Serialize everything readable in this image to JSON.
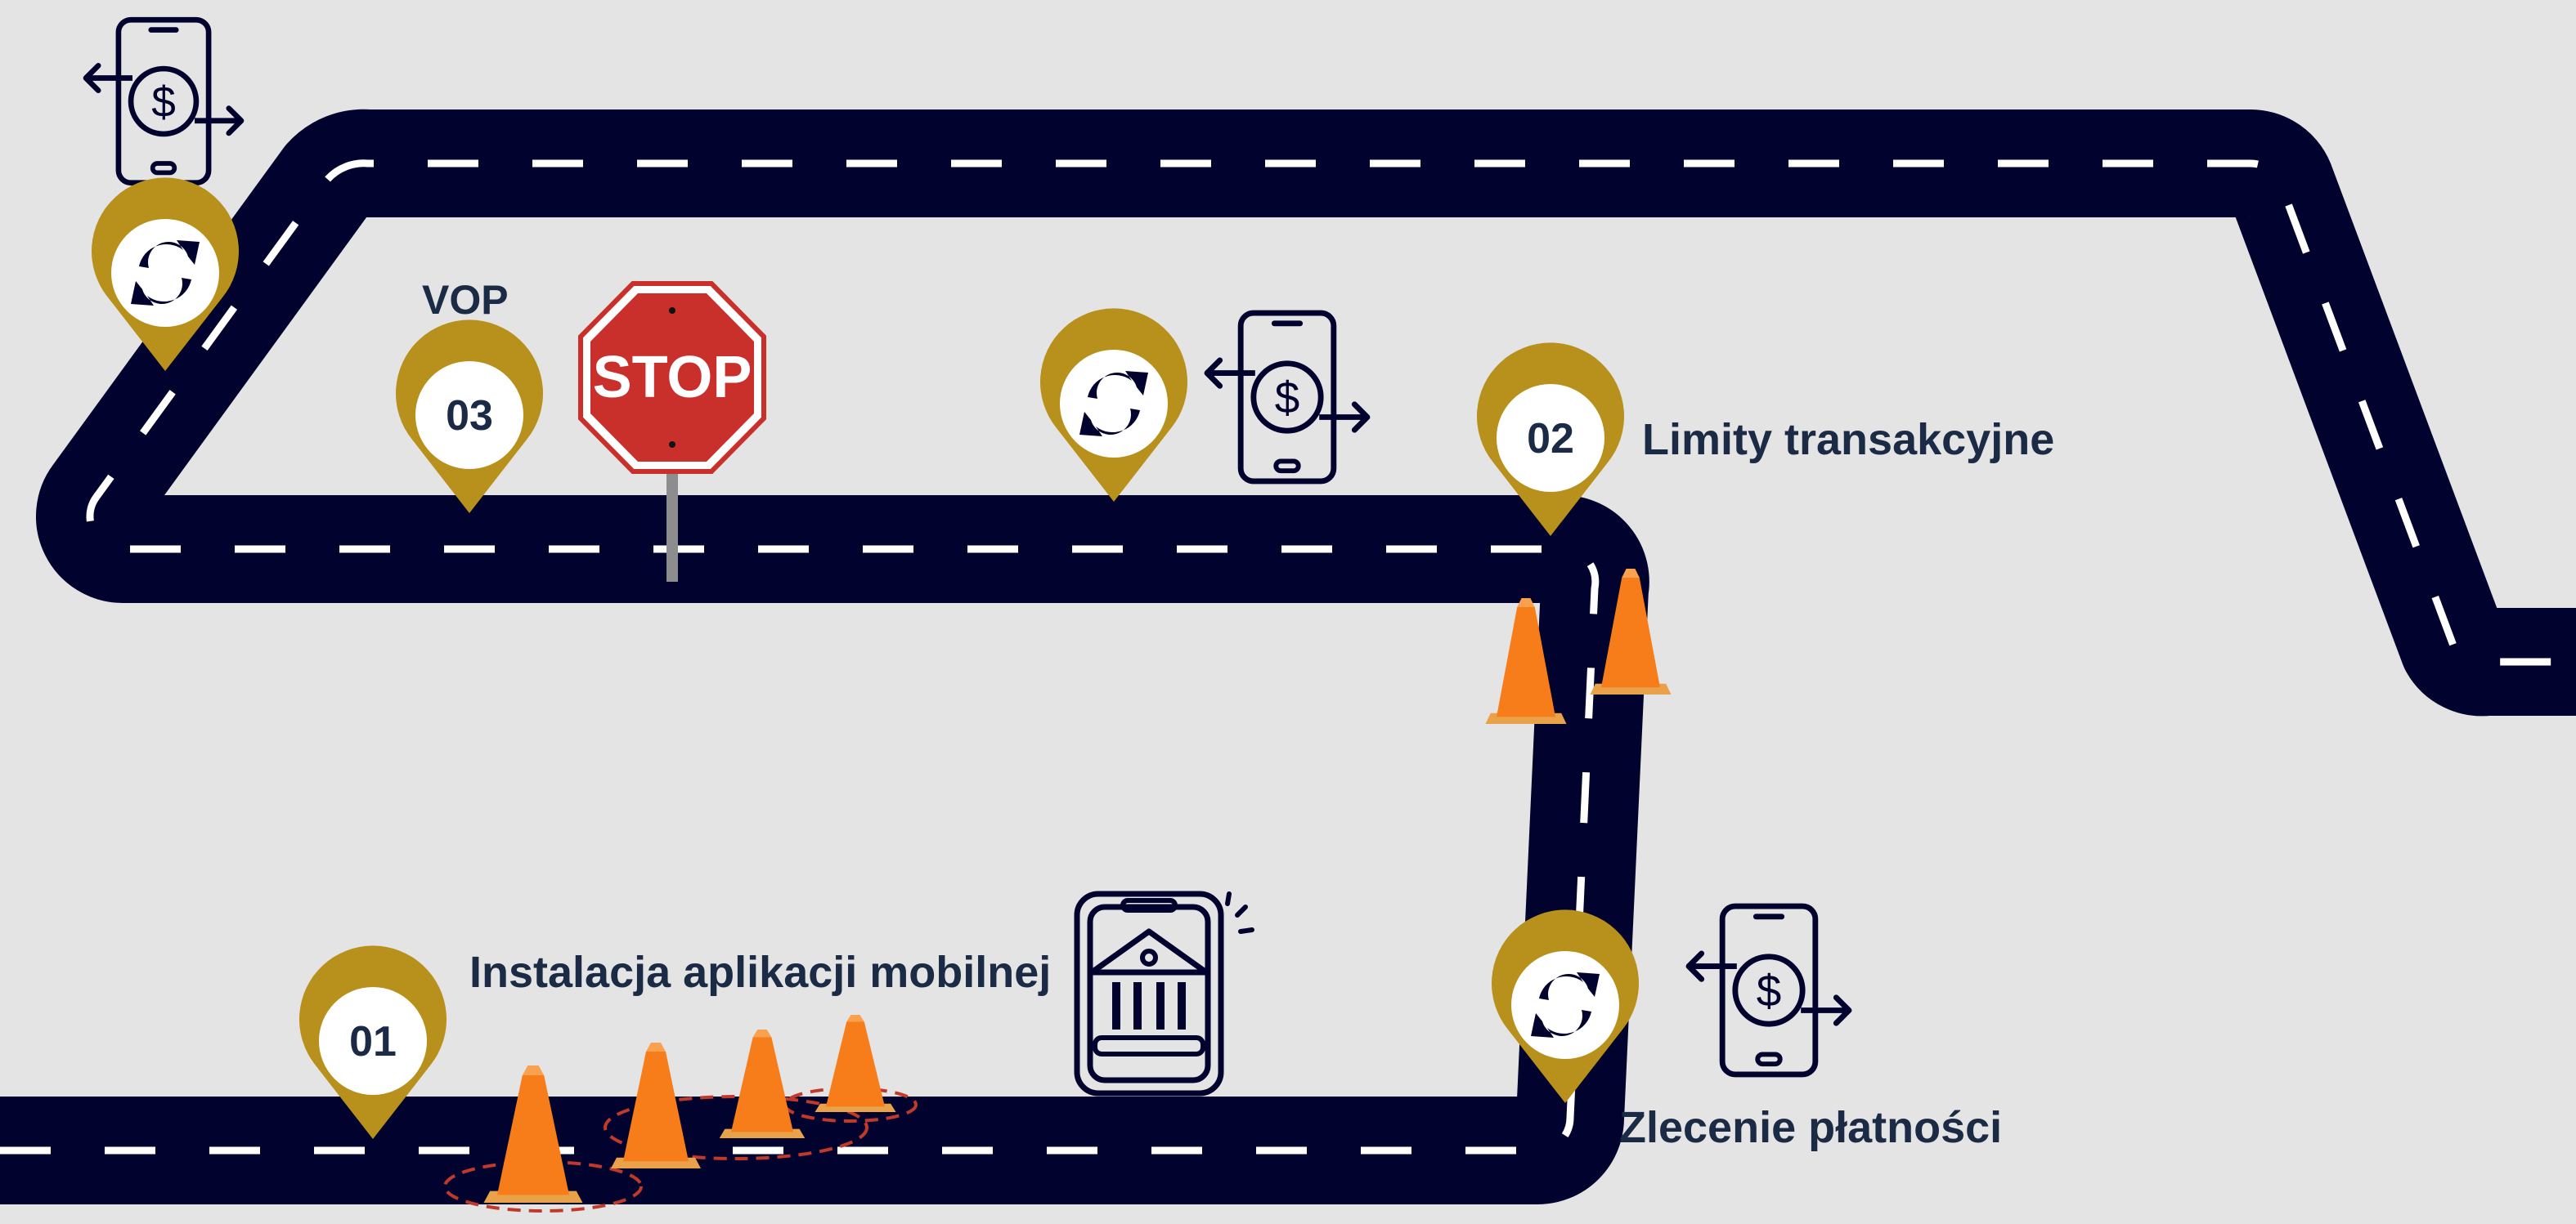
{
  "steps": [
    {
      "number": "01",
      "label": "Instalacja aplikacji mobilnej"
    },
    {
      "number": "02",
      "label": "Limity transakcyjne"
    },
    {
      "number": "03",
      "label": "VOP"
    }
  ],
  "extra_labels": {
    "payment_order": "Zlecenie płatności"
  },
  "stop_sign": "STOP",
  "icons": [
    "phone-dollar-transfer-icon",
    "refresh-arrows-icon",
    "bank-app-icon",
    "traffic-cone-icon",
    "stop-sign-icon"
  ],
  "colors": {
    "background": "#e4e4e4",
    "road": "#02022e",
    "lane_marking": "#ffffff",
    "pin_gold": "#b8901c",
    "text": "#1c2b45",
    "cone_orange": "#f77c1a",
    "stop_red": "#c9302c"
  }
}
